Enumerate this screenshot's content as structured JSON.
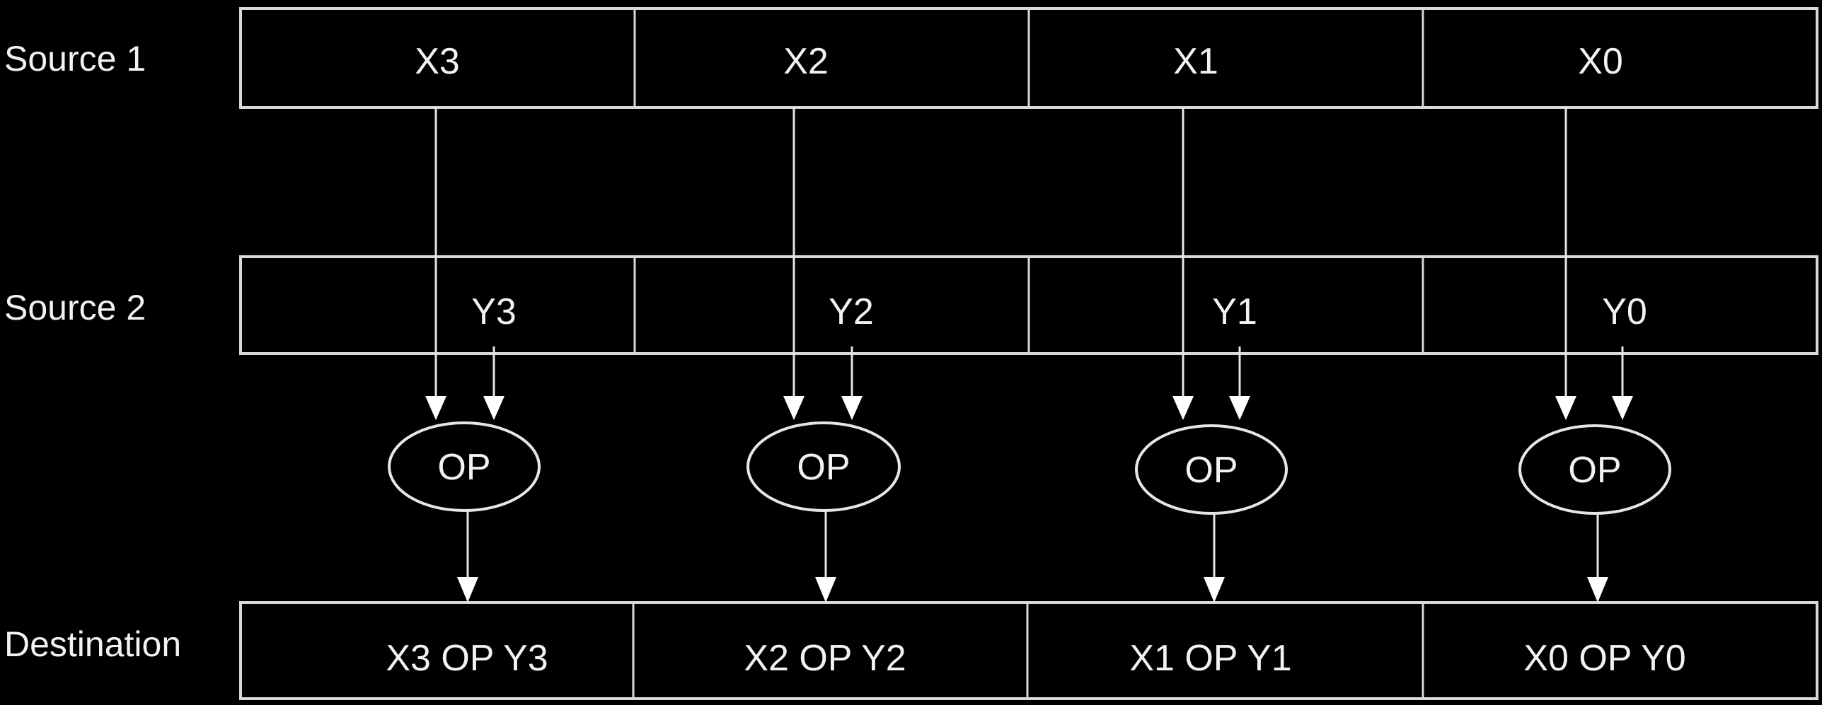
{
  "rows": {
    "source1": {
      "label": "Source 1",
      "cells": [
        "X3",
        "X2",
        "X1",
        "X0"
      ]
    },
    "source2": {
      "label": "Source 2",
      "cells": [
        "Y3",
        "Y2",
        "Y1",
        "Y0"
      ]
    },
    "destination": {
      "label": "Destination",
      "cells": [
        "X3 OP Y3",
        "X2 OP Y2",
        "X1 OP Y1",
        "X0 OP Y0"
      ]
    }
  },
  "operators": [
    "OP",
    "OP",
    "OP",
    "OP"
  ],
  "colors": {
    "background": "#000000",
    "foreground": "#f2f2f2"
  }
}
